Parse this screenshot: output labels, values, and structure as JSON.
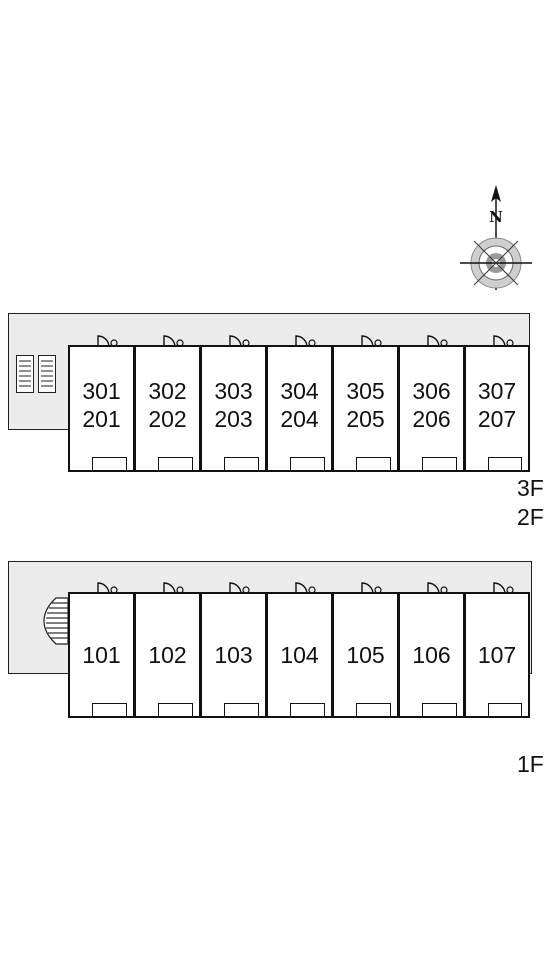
{
  "compass": {
    "north_label": "N",
    "icon": "compass-rose-icon"
  },
  "upper_block": {
    "units": [
      {
        "top": "301",
        "bottom": "201"
      },
      {
        "top": "302",
        "bottom": "202"
      },
      {
        "top": "303",
        "bottom": "203"
      },
      {
        "top": "304",
        "bottom": "204"
      },
      {
        "top": "305",
        "bottom": "205"
      },
      {
        "top": "306",
        "bottom": "206"
      },
      {
        "top": "307",
        "bottom": "207"
      }
    ],
    "floor_labels": [
      "3F",
      "2F"
    ]
  },
  "lower_block": {
    "units": [
      "101",
      "102",
      "103",
      "104",
      "105",
      "106",
      "107"
    ],
    "floor_label": "1F"
  }
}
